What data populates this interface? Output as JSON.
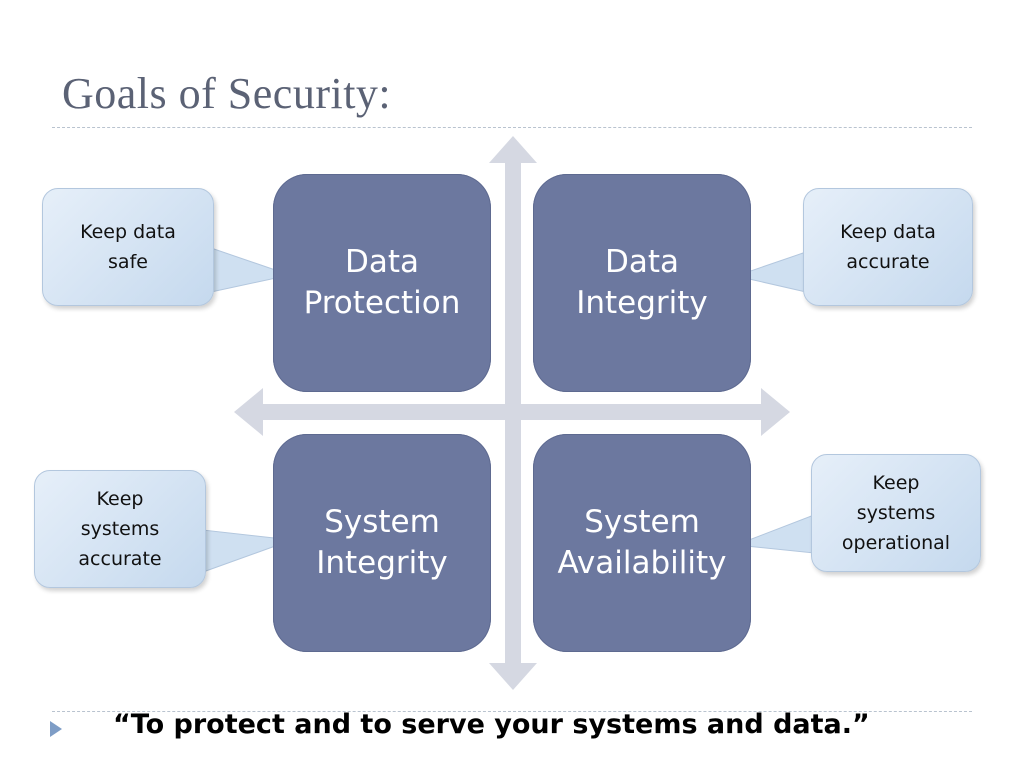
{
  "slide": {
    "title": "Goals of Security:",
    "quote": "“To protect and to serve your systems and data.”"
  },
  "quadrants": [
    {
      "id": "data-protection",
      "label": "Data\nProtection"
    },
    {
      "id": "data-integrity",
      "label": "Data\nIntegrity"
    },
    {
      "id": "system-integrity",
      "label": "System\nIntegrity"
    },
    {
      "id": "system-availability",
      "label": "System\nAvailability"
    }
  ],
  "callouts": [
    {
      "for": "data-protection",
      "text": "Keep data\nsafe"
    },
    {
      "for": "data-integrity",
      "text": "Keep data\naccurate"
    },
    {
      "for": "system-integrity",
      "text": "Keep\nsystems\naccurate"
    },
    {
      "for": "system-availability",
      "text": "Keep\nsystems\noperational"
    }
  ],
  "colors": {
    "quadrant_fill": "#6c789f",
    "callout_fill": "#d6e4f3",
    "axis_arrows": "#d5d8e2",
    "title_text": "#5b6275",
    "bullet": "#7e9dc6"
  },
  "icons": {
    "bullet": "triangle-bullet-icon"
  }
}
